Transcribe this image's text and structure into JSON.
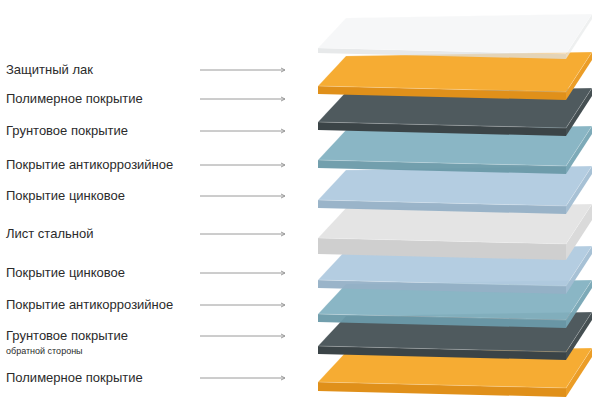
{
  "diagram": {
    "labels": [
      "Защитный лак",
      "Полимерное покрытие",
      "Грунтовое покрытие",
      "Покрытие антикоррозийное",
      "Покрытие цинковое",
      "Лист стальной",
      "Покрытие цинковое",
      "Покрытие антикоррозийное",
      "Грунтовое покрытие",
      "обратной стороны",
      "Полимерное покрытие"
    ]
  }
}
